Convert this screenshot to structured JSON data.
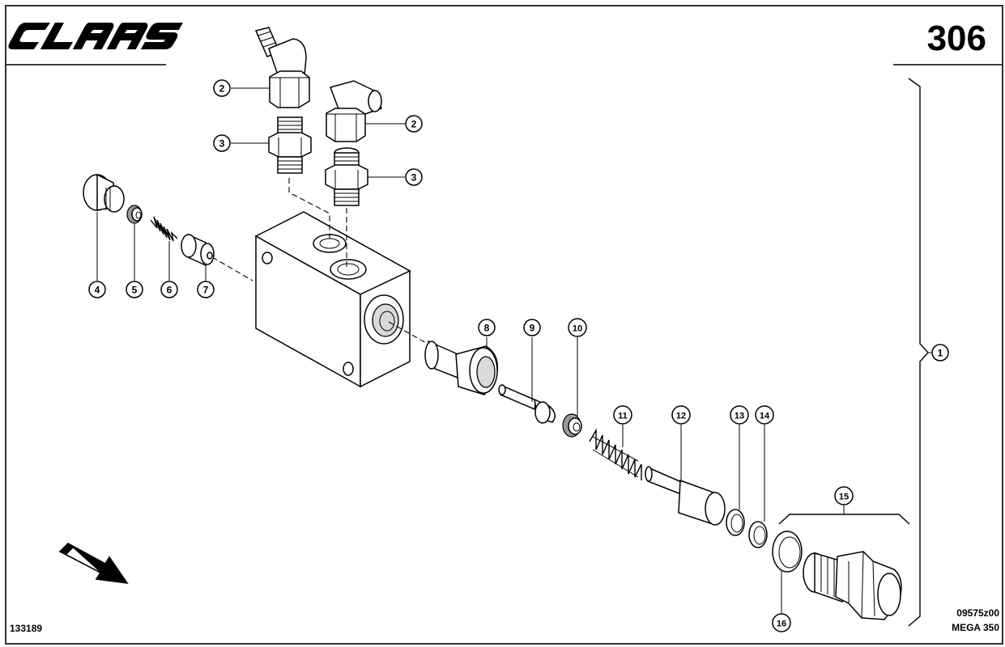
{
  "header": {
    "brand_logo": "CLAAS",
    "page_number": "306"
  },
  "footer": {
    "left_code": "133189",
    "drawing_code": "09575z00",
    "model": "MEGA 350"
  },
  "callouts": [
    "1",
    "2",
    "2",
    "3",
    "3",
    "4",
    "5",
    "6",
    "7",
    "8",
    "9",
    "10",
    "11",
    "12",
    "13",
    "14",
    "15",
    "16"
  ],
  "icons": {
    "direction_arrow": "arrow-down-right-icon"
  },
  "colors": {
    "ink": "#000000",
    "paper": "#ffffff"
  }
}
